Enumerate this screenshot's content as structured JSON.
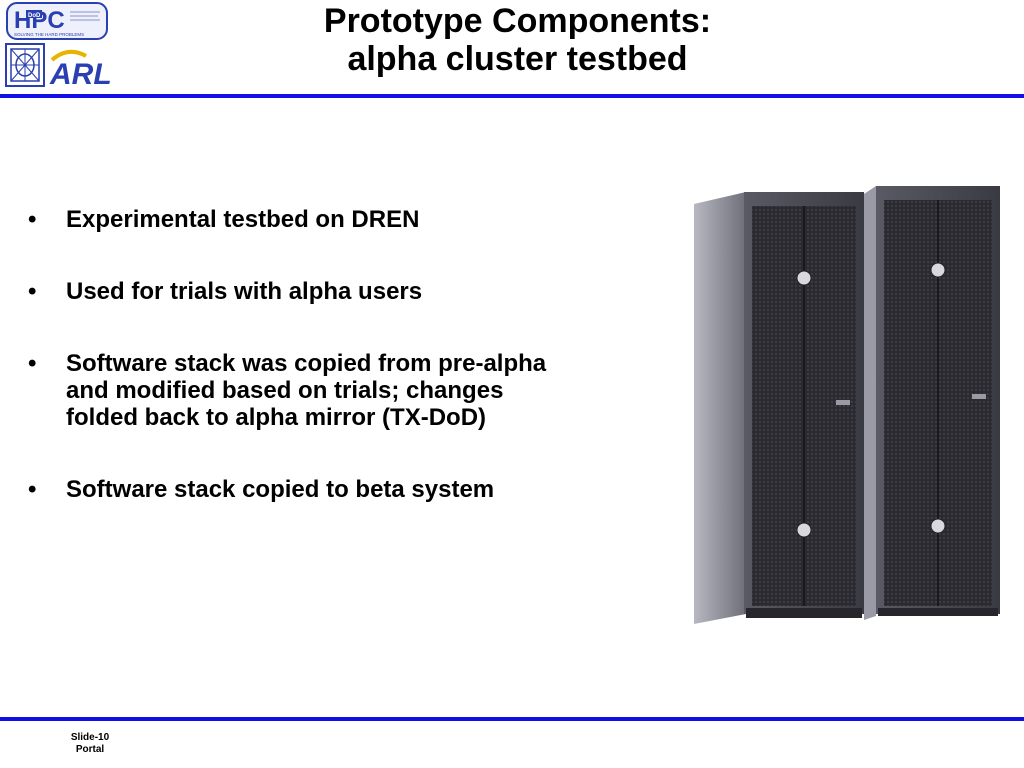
{
  "logos": {
    "hpc_text": "HPC",
    "dod_badge": "DoD",
    "hpc_tagline": "SOLVING THE HARD PROBLEMS",
    "arl_text": "ARL"
  },
  "title": {
    "line1": "Prototype Components:",
    "line2": "alpha cluster testbed"
  },
  "bullets": [
    {
      "lines": [
        "Experimental testbed on DREN"
      ]
    },
    {
      "lines": [
        "Used for trials with alpha users"
      ]
    },
    {
      "lines": [
        "Software stack was copied from pre-alpha",
        "and modified based on trials; changes",
        "folded back to alpha mirror (TX-DoD)"
      ]
    },
    {
      "lines": [
        "Software stack copied to beta system"
      ]
    }
  ],
  "bullet_glyph": "•",
  "footer": {
    "slide": "Slide-10",
    "section": "Portal"
  },
  "colors": {
    "rule": "#1010e6",
    "logo_blue": "#2a3fb0"
  }
}
